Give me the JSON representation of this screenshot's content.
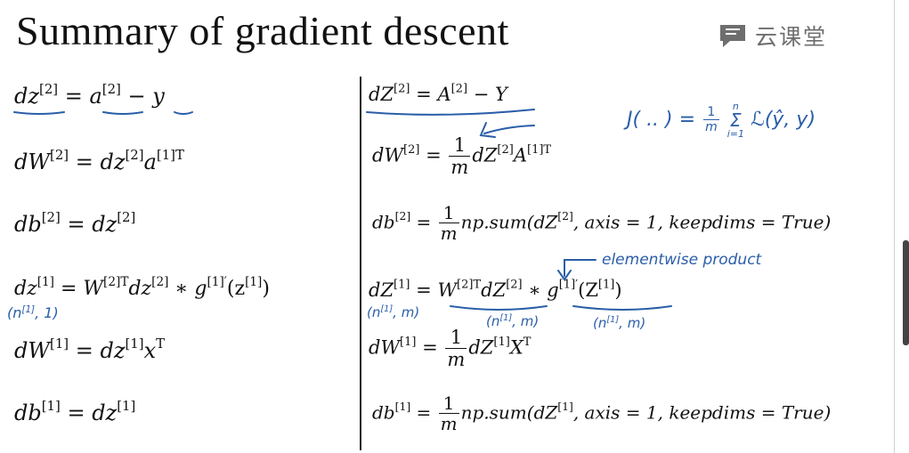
{
  "title": "Summary of gradient descent",
  "logo": {
    "text": "云课堂",
    "icon": "chat-bubble-icon",
    "color": "#6e6e6e"
  },
  "colors": {
    "ink": "#111111",
    "handwriting": "#2a5ea8",
    "background": "#ffffff"
  },
  "left_equations": [
    {
      "lhs_var": "dz",
      "lhs_sup": "[2]",
      "rhs_var": "a",
      "rhs_sup": "[2]",
      "rhs_tail": " − y"
    },
    {
      "lhs_var": "dW",
      "lhs_sup": "[2]",
      "rhs_var": "dz",
      "rhs_sup": "[2]",
      "rhs_var2": "a",
      "rhs_sup2": "[1]T"
    },
    {
      "lhs_var": "db",
      "lhs_sup": "[2]",
      "rhs_var": "dz",
      "rhs_sup": "[2]"
    },
    {
      "lhs_var": "dz",
      "lhs_sup": "[1]",
      "rhs_var": "W",
      "rhs_sup": "[2]T",
      "rhs_var2": "dz",
      "rhs_sup2": "[2]",
      "op": " ∗ ",
      "fn": "g",
      "fn_sup": "[1]′",
      "arg": "z",
      "arg_sup": "[1]"
    },
    {
      "lhs_var": "dW",
      "lhs_sup": "[1]",
      "rhs_var": "dz",
      "rhs_sup": "[1]",
      "rhs_var2": "x",
      "rhs_sup2": "T"
    },
    {
      "lhs_var": "db",
      "lhs_sup": "[1]",
      "rhs_var": "dz",
      "rhs_sup": "[1]"
    }
  ],
  "right_equations": [
    {
      "lhs_var": "dZ",
      "lhs_sup": "[2]",
      "rhs_var": "A",
      "rhs_sup": "[2]",
      "rhs_tail": " − Y"
    },
    {
      "lhs_var": "dW",
      "lhs_sup": "[2]",
      "frac_num": "1",
      "frac_den": "m",
      "rhs_var": "dZ",
      "rhs_sup": "[2]",
      "rhs_var2": "A",
      "rhs_sup2": "[1]T"
    },
    {
      "lhs_var": "db",
      "lhs_sup": "[2]",
      "frac_num": "1",
      "frac_den": "m",
      "call_open": "np.sum(dZ",
      "call_sup": "[2]",
      "call_close": ", axis = 1, keepdims = True)"
    },
    {
      "lhs_var": "dZ",
      "lhs_sup": "[1]",
      "rhs_var": "W",
      "rhs_sup": "[2]T",
      "rhs_var2": "dZ",
      "rhs_sup2": "[2]",
      "op": " ∗ ",
      "fn": "g",
      "fn_sup": "[1]′",
      "arg": "Z",
      "arg_sup": "[1]"
    },
    {
      "lhs_var": "dW",
      "lhs_sup": "[1]",
      "frac_num": "1",
      "frac_den": "m",
      "rhs_var": "dZ",
      "rhs_sup": "[1]",
      "rhs_var2": "X",
      "rhs_sup2": "T"
    },
    {
      "lhs_var": "db",
      "lhs_sup": "[1]",
      "frac_num": "1",
      "frac_den": "m",
      "call_open": "np.sum(dZ",
      "call_sup": "[1]",
      "call_close": ", axis = 1, keepdims = True)"
    }
  ],
  "annotations": {
    "cost_lhs": "J( .. ) =",
    "cost_frac_num": "1",
    "cost_frac_den": "m",
    "cost_sum": "Σ",
    "cost_sum_top": "n",
    "cost_sum_bottom": "i=1",
    "cost_body": "ℒ(ŷ, y)",
    "elementwise": "elementwise product",
    "shape_left": "(n",
    "shape_left_sup": "[1]",
    "shape_left_tail": ", 1)",
    "shape_a": "(n",
    "shape_a_sup": "[1]",
    "shape_a_tail": ", m)",
    "shape_b": "(n",
    "shape_b_sup": "[1]",
    "shape_b_tail": ", m)",
    "shape_c": "(n",
    "shape_c_sup": "[1]",
    "shape_c_tail": ", m)"
  }
}
